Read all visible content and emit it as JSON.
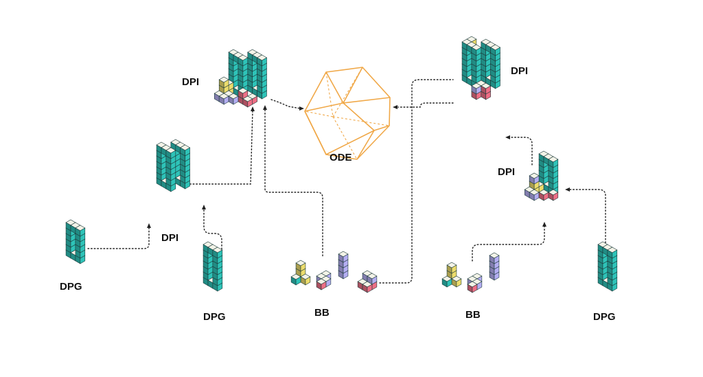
{
  "labels": {
    "dpi_top_left": "DPI",
    "dpi_top_right": "DPI",
    "dpi_mid_left": "DPI",
    "dpi_mid_right": "DPI",
    "ode": "ODE",
    "dpg_left": "DPG",
    "dpg_center": "DPG",
    "dpg_right": "DPG",
    "bb_center": "BB",
    "bb_right": "BB"
  },
  "colors": {
    "teal": "#2ec3b8",
    "yellow": "#ecdc6c",
    "lavender": "#b4aef2",
    "pink": "#ee6f86",
    "cube_top": "#f3f3e8",
    "ode_line": "#f0a848",
    "connector": "#222222"
  }
}
